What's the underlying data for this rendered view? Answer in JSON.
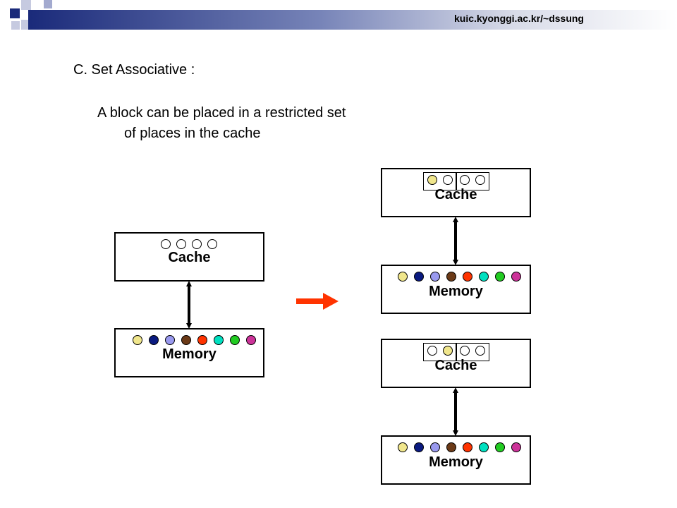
{
  "header": {
    "url_text": "kuic.kyonggi.ac.kr/~dssung",
    "colors": {
      "dark": "#1a2a7a",
      "mid": "#7784b8",
      "light": "#c6cae0"
    }
  },
  "heading": "C. Set Associative :",
  "description": {
    "line1": "A block can be placed in a restricted set",
    "line2": "of places in the cache"
  },
  "left_diagram": {
    "cache_label": "Cache",
    "memory_label": "Memory"
  },
  "right_diagram": {
    "top_cache_label": "Cache",
    "top_memory_label": "Memory",
    "bottom_cache_label": "Cache",
    "bottom_memory_label": "Memory"
  },
  "memory_block_colors": [
    "#f0e68c",
    "#0a1a80",
    "#9999ee",
    "#6b3a17",
    "#ff3300",
    "#00e0c0",
    "#22cc22",
    "#cc3399"
  ],
  "arrow_color": "#ff3300",
  "icons": {
    "transition_arrow": "right-arrow-icon",
    "link_arrow": "double-arrow-icon"
  }
}
